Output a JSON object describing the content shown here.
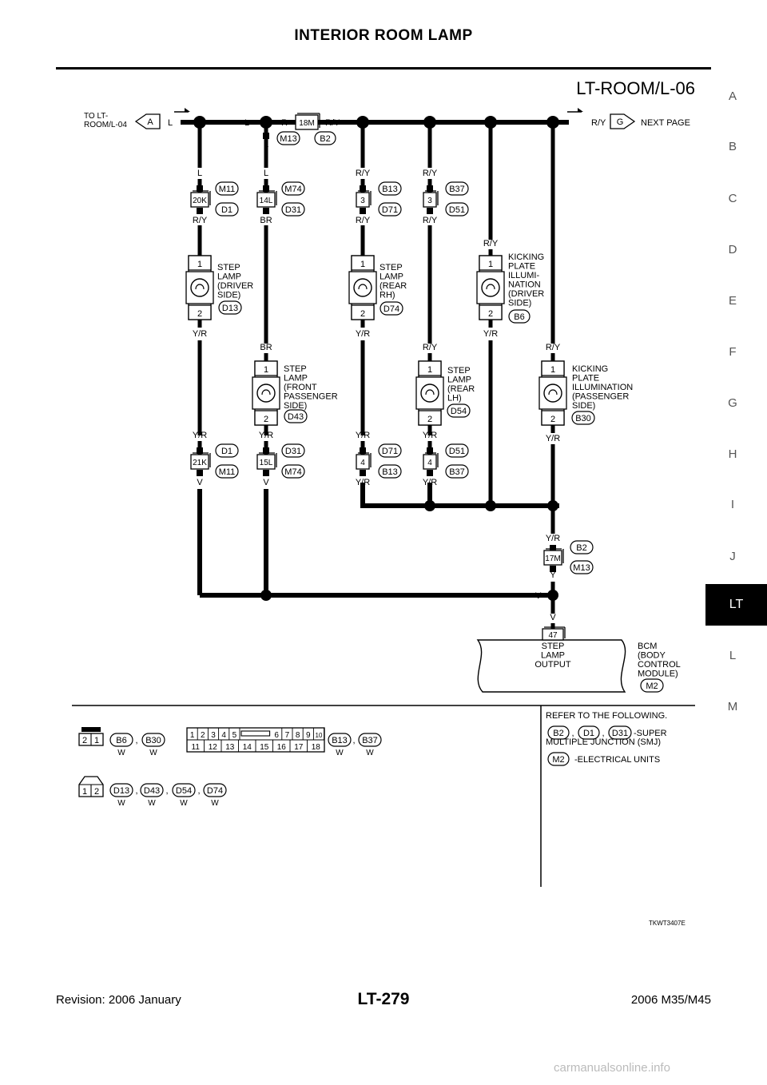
{
  "header": {
    "title": "INTERIOR ROOM LAMP",
    "diagram_id": "LT-ROOM/L-06"
  },
  "side_index": {
    "letters": [
      "A",
      "B",
      "C",
      "D",
      "E",
      "F",
      "G",
      "H",
      "I",
      "J",
      "L",
      "M"
    ],
    "active": "LT"
  },
  "bus": {
    "left_ref": "TO LT-\nROOM/L-04",
    "left_tag": "A",
    "wire_l1": "L",
    "wire_l2": "L",
    "wire_r": "R",
    "conn_18m": "18M",
    "wire_ry1": "R/Y",
    "wire_ry2": "R/Y",
    "right_tag": "G",
    "right_ref": "NEXT PAGE",
    "drop_l": "L",
    "m13": "M13",
    "b2": "B2"
  },
  "top_connectors": [
    {
      "top": "L",
      "pin": "20K",
      "bottom": "R/Y",
      "ref1": "M11",
      "ref2": "D1"
    },
    {
      "top": "L",
      "pin": "14L",
      "bottom": "BR",
      "ref1": "M74",
      "ref2": "D31"
    },
    {
      "top": "R/Y",
      "pin": "3",
      "bottom": "R/Y",
      "ref1": "B13",
      "ref2": "D71"
    },
    {
      "top": "R/Y",
      "pin": "3",
      "bottom": "R/Y",
      "ref1": "B37",
      "ref2": "D51"
    }
  ],
  "lamps": [
    {
      "name": "STEP\nLAMP\n(DRIVER\n SIDE)",
      "ref": "D13",
      "pin1": "1",
      "pin2": "2",
      "wire_top": "",
      "wire_bottom": "Y/R"
    },
    {
      "name": "STEP\nLAMP\n(FRONT\n PASSENGER\n SIDE)",
      "ref": "D43",
      "pin1": "1",
      "pin2": "2",
      "wire_top": "BR",
      "wire_bottom": "Y/R"
    },
    {
      "name": "STEP\nLAMP\n(REAR\n RH)",
      "ref": "D74",
      "pin1": "1",
      "pin2": "2",
      "wire_top": "",
      "wire_bottom": "Y/R"
    },
    {
      "name": "STEP\nLAMP\n(REAR\n LH)",
      "ref": "D54",
      "pin1": "1",
      "pin2": "2",
      "wire_top": "R/Y",
      "wire_bottom": "Y/R"
    },
    {
      "name": "KICKING\nPLATE\nILLUMI-\nNATION\n(DRIVER\n SIDE)",
      "ref": "B6",
      "pin1": "1",
      "pin2": "2",
      "wire_top": "R/Y",
      "wire_bottom": "Y/R"
    },
    {
      "name": "KICKING\nPLATE\nILLUMINATION\n(PASSENGER\n SIDE)",
      "ref": "B30",
      "pin1": "1",
      "pin2": "2",
      "wire_top": "R/Y",
      "wire_bottom": "Y/R"
    }
  ],
  "bottom_connectors": [
    {
      "top": "Y/R",
      "pin": "21K",
      "bottom": "V",
      "ref1": "D1",
      "ref2": "M11"
    },
    {
      "top": "Y/R",
      "pin": "15L",
      "bottom": "V",
      "ref1": "D31",
      "ref2": "M74"
    },
    {
      "top": "Y/R",
      "pin": "4",
      "bottom": "Y/R",
      "ref1": "D71",
      "ref2": "B13"
    },
    {
      "top": "Y/R",
      "pin": "4",
      "bottom": "Y/R",
      "ref1": "D51",
      "ref2": "B37"
    }
  ],
  "junction_17m": {
    "top": "Y/R",
    "pin": "17M",
    "bottom": "Y",
    "ref1": "B2",
    "ref2": "M13"
  },
  "v_bus": {
    "label": "V",
    "wire": "V"
  },
  "bcm": {
    "pin": "47",
    "terminal": "STEP\nLAMP\nOUTPUT",
    "name": "BCM\n(BODY\n CONTROL\n MODULE)",
    "ref": "M2"
  },
  "legend": {
    "c1_pins": [
      "2",
      "1"
    ],
    "c1_refs": [
      "B6",
      "B30"
    ],
    "c1_colors": [
      "W",
      "W"
    ],
    "c2_pins_top": [
      "1",
      "2",
      "3",
      "4",
      "5",
      "6",
      "7",
      "8",
      "9",
      "10"
    ],
    "c2_pins_bottom": [
      "11",
      "12",
      "13",
      "14",
      "15",
      "16",
      "17",
      "18"
    ],
    "c2_refs": [
      "B13",
      "B37"
    ],
    "c2_colors": [
      "W",
      "W"
    ],
    "c3_pins": [
      "1",
      "2"
    ],
    "c3_refs": [
      "D13",
      "D43",
      "D54",
      "D74"
    ],
    "c3_colors": [
      "W",
      "W",
      "W",
      "W"
    ],
    "comma": ","
  },
  "refer": {
    "heading": "REFER TO THE FOLLOWING.",
    "smj_refs": [
      "B2",
      "D1",
      "D31"
    ],
    "smj_comma": ",",
    "smj_text1": "-SUPER",
    "smj_text2": "MULTIPLE JUNCTION (SMJ)",
    "eu_ref": "M2",
    "eu_text": "-ELECTRICAL UNITS"
  },
  "figure_code": "TKWT3407E",
  "footer": {
    "revision": "Revision: 2006 January",
    "page": "LT-279",
    "model": "2006 M35/M45"
  },
  "watermark": "carmanualsonline.info"
}
